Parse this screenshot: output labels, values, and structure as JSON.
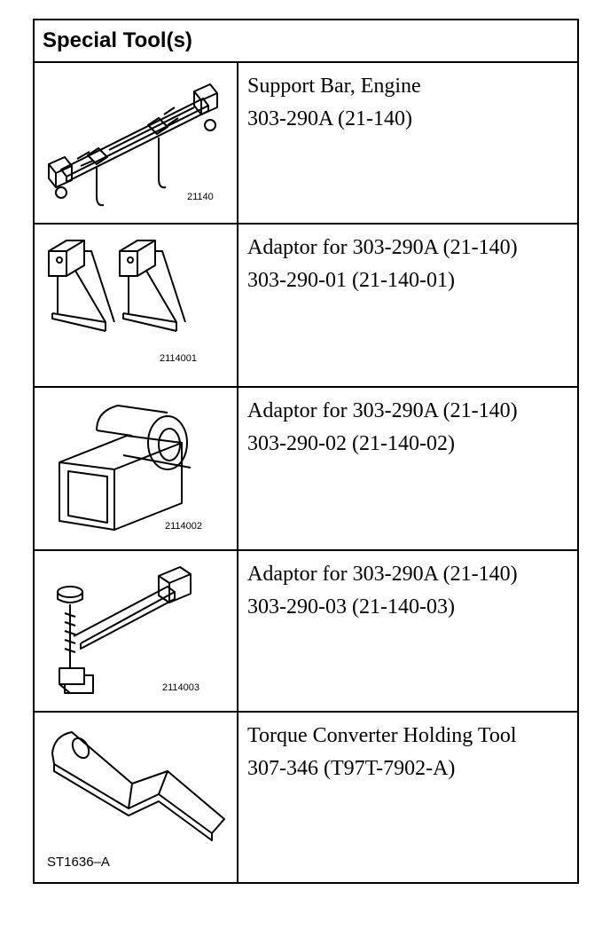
{
  "header": {
    "title": "Special Tool(s)"
  },
  "tools": [
    {
      "name": "Support Bar, Engine",
      "part": "303-290A (21-140)",
      "image_caption": "21140",
      "icon": "engine-support-bar-icon"
    },
    {
      "name": "Adaptor for 303-290A (21-140)",
      "part": "303-290-01 (21-140-01)",
      "image_caption": "2114001",
      "icon": "adaptor-brackets-icon"
    },
    {
      "name": "Adaptor for 303-290A (21-140)",
      "part": "303-290-02 (21-140-02)",
      "image_caption": "2114002",
      "icon": "adaptor-tube-icon"
    },
    {
      "name": "Adaptor for 303-290A (21-140)",
      "part": "303-290-03 (21-140-03)",
      "image_caption": "2114003",
      "icon": "adaptor-screw-clamp-icon"
    },
    {
      "name": "Torque Converter Holding Tool",
      "part": "307-346 (T97T-7902-A)",
      "image_caption": "ST1636–A",
      "icon": "torque-converter-holding-tool-icon"
    }
  ]
}
